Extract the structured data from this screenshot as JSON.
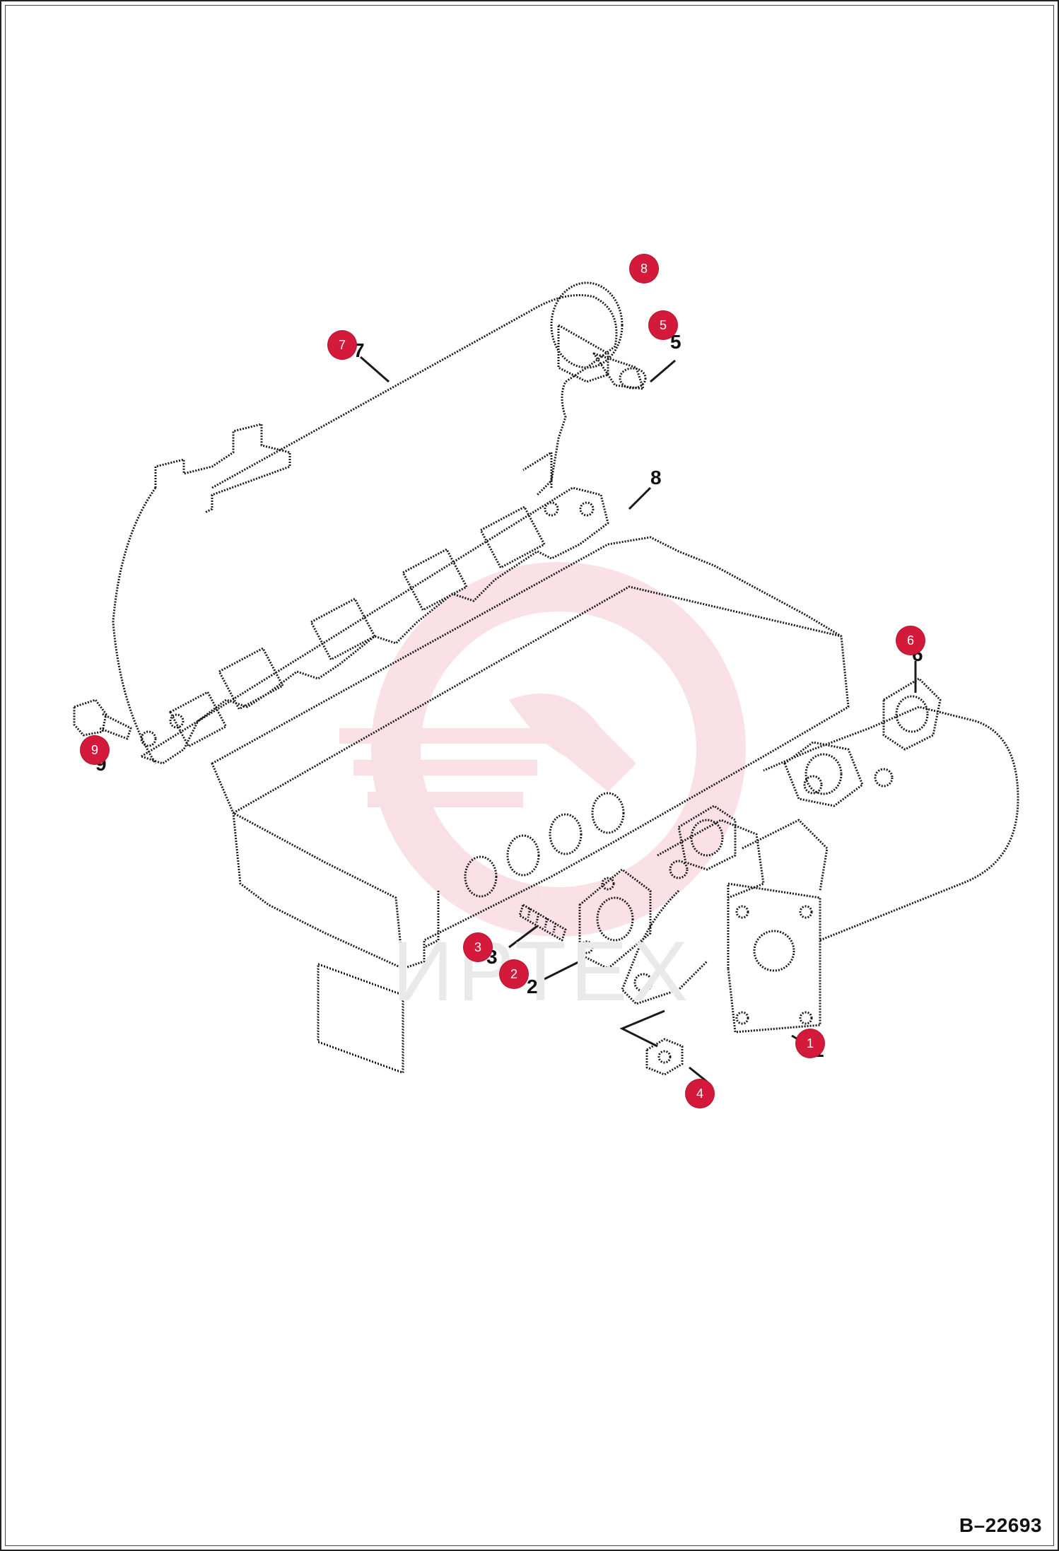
{
  "diagram": {
    "drawing_id": "B–22693",
    "watermark_text": "ИРТЕХ",
    "accent_color": "#d41a3a",
    "callouts": [
      {
        "number": "1"
      },
      {
        "number": "2"
      },
      {
        "number": "3"
      },
      {
        "number": "4"
      },
      {
        "number": "5"
      },
      {
        "number": "6"
      },
      {
        "number": "7"
      },
      {
        "number": "8"
      },
      {
        "number": "9"
      }
    ],
    "part_labels": [
      "1",
      "2",
      "3",
      "4",
      "5",
      "6",
      "7",
      "8",
      "9"
    ]
  }
}
